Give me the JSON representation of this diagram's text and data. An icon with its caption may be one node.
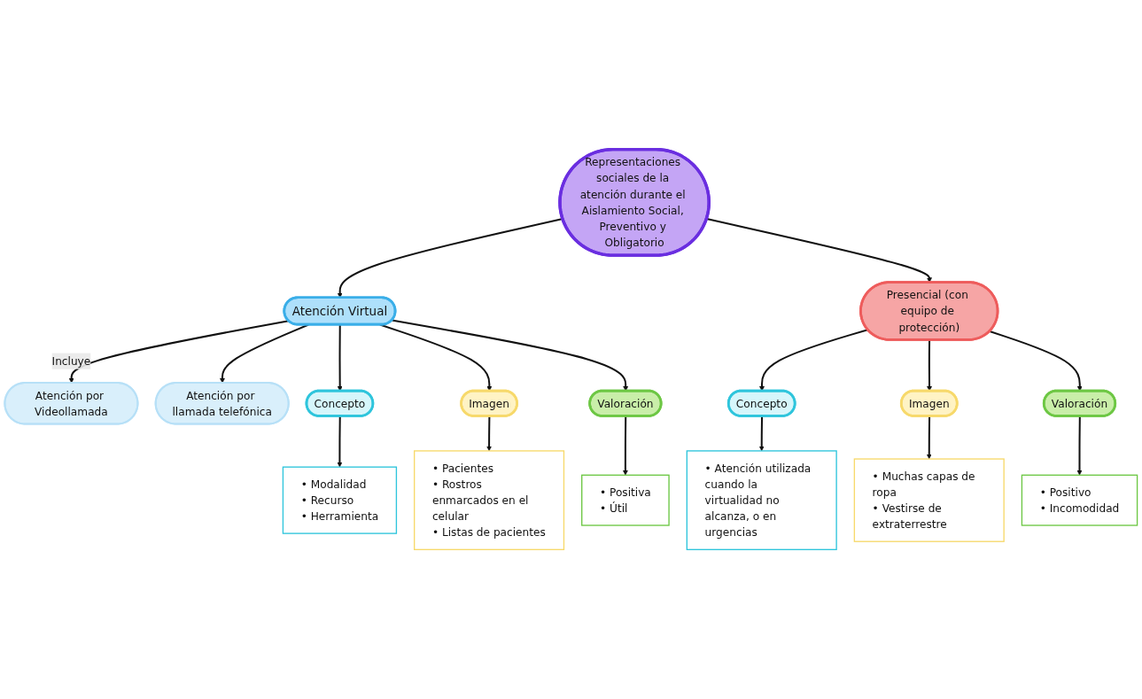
{
  "diagram": {
    "nodes": [
      {
        "text": [
          "Representaciones sociales de la atención durante el Aislamiento Social, Preventivo y Obligatorio"
        ]
      },
      {
        "text": [
          "Atención Virtual"
        ]
      },
      {
        "text": [
          "Atención por Videollamada"
        ]
      },
      {
        "text": [
          "Atención por llamada telefónica"
        ]
      },
      {
        "text": [
          "Presencial (con equipo de protección)"
        ]
      },
      {
        "text": [
          "Concepto"
        ]
      },
      {
        "text": [
          "Imagen"
        ]
      },
      {
        "text": [
          "Valoración"
        ]
      },
      {
        "text": [
          "• Modalidad",
          "• Recurso",
          "• Herramienta"
        ]
      },
      {
        "text": [
          "• Pacientes",
          "• Rostros enmarcados en el celular",
          "• Listas de pacientes"
        ]
      },
      {
        "text": [
          "• Positiva",
          "• Útil"
        ]
      },
      {
        "text": [
          "Concepto"
        ]
      },
      {
        "text": [
          "Imagen"
        ]
      },
      {
        "text": [
          "Valoración"
        ]
      },
      {
        "text": [
          "• Atención utilizada cuando la virtualidad no alcanza, o en urgencias"
        ]
      },
      {
        "text": [
          "• Muchas capas de ropa",
          "• Vestirse de extraterrestre"
        ]
      },
      {
        "text": [
          "• Positivo",
          "• Incomodidad"
        ]
      }
    ],
    "edges": [
      {
        "from": 0,
        "to": 1,
        "arrow": "to"
      },
      {
        "from": 0,
        "to": 4,
        "arrow": "to"
      },
      {
        "from": 1,
        "to": 2,
        "arrow": "to",
        "label": "Incluye"
      },
      {
        "from": 1,
        "to": 3,
        "arrow": "to"
      },
      {
        "from": 1,
        "to": 5,
        "arrow": "to"
      },
      {
        "from": 1,
        "to": 6,
        "arrow": "to"
      },
      {
        "from": 1,
        "to": 7,
        "arrow": "to"
      },
      {
        "from": 5,
        "to": 8,
        "arrow": "to"
      },
      {
        "from": 6,
        "to": 9,
        "arrow": "to"
      },
      {
        "from": 7,
        "to": 10,
        "arrow": "to"
      },
      {
        "from": 4,
        "to": 11,
        "arrow": "to"
      },
      {
        "from": 4,
        "to": 12,
        "arrow": "to"
      },
      {
        "from": 4,
        "to": 13,
        "arrow": "to"
      },
      {
        "from": 11,
        "to": 14,
        "arrow": "to"
      },
      {
        "from": 12,
        "to": 15,
        "arrow": "to"
      },
      {
        "from": 13,
        "to": 16,
        "arrow": "to"
      }
    ]
  }
}
